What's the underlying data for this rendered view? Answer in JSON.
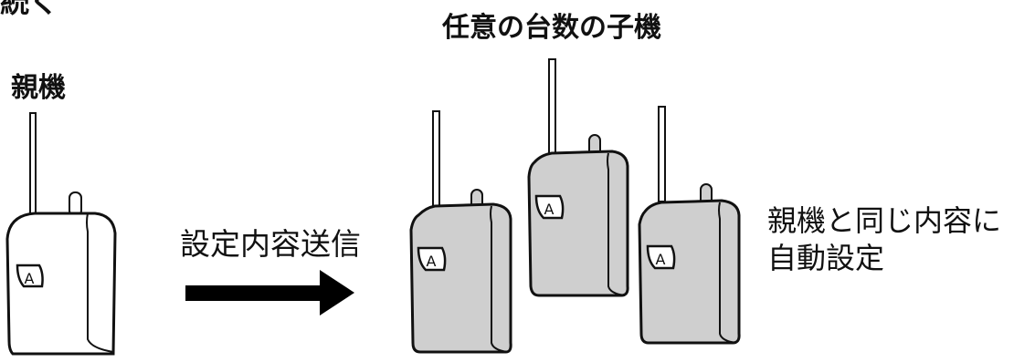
{
  "labels": {
    "corner_fragment": "続く",
    "parent_unit": "親機",
    "child_units": "任意の台数の子機",
    "send_settings": "設定内容送信",
    "auto_config_line1": "親機と同じ内容に",
    "auto_config_line2": "自動設定"
  },
  "device_badge": "A",
  "colors": {
    "parent_body": "#ffffff",
    "child_body": "#cfcfcf",
    "outline": "#111111",
    "arrow": "#000000"
  }
}
